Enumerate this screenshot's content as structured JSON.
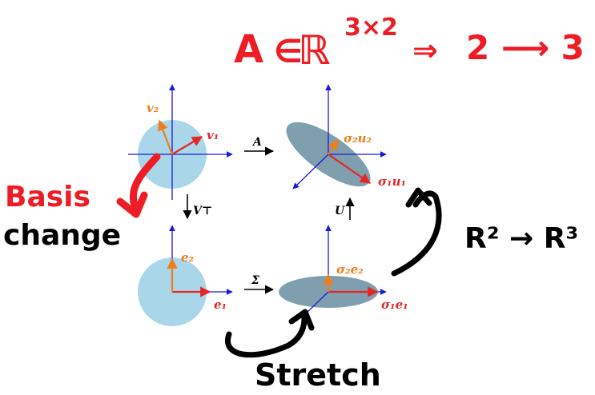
{
  "annotations": {
    "top_formula_A": "A",
    "top_formula_in": "∈",
    "top_formula_R": "ℝ",
    "top_formula_exp": "3×2",
    "top_formula_arrow": "⇒",
    "top_formula_map": "2 ⟶ 3",
    "basis_word": "Basis",
    "change_word": "change",
    "stretch_word": "Stretch",
    "r2r3": "R² → R³"
  },
  "labels": {
    "v1": "v₁",
    "v2": "v₂",
    "A": "A",
    "VT": "V⊤",
    "U": "U",
    "Sigma": "Σ",
    "sigma2u2": "σ₂u₂",
    "sigma1u1": "σ₁u₁",
    "e1": "e₁",
    "e2": "e₂",
    "sigma2e2": "σ₂e₂",
    "sigma1e1": "σ₁e₁"
  },
  "colors": {
    "axis": "#1a1adc",
    "red_vector": "#e32626",
    "orange_vector": "#f07d1a",
    "circle_fill": "#a9d6e8",
    "ellipse_fill": "#7f9fae",
    "ink_red": "#ee1c24",
    "ink_black": "#000000"
  }
}
